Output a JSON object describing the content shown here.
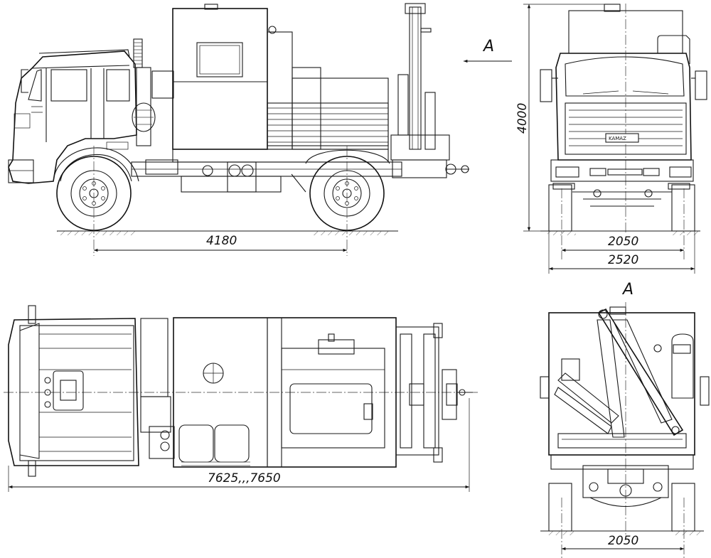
{
  "view_label": "A",
  "dimensions": {
    "wheelbase": "4180",
    "overall_height": "4000",
    "track_front": "2050",
    "overall_width": "2520",
    "overall_length": "7625,,,7650",
    "track_rear": "2050"
  },
  "brand_badge": "KAMAZ"
}
